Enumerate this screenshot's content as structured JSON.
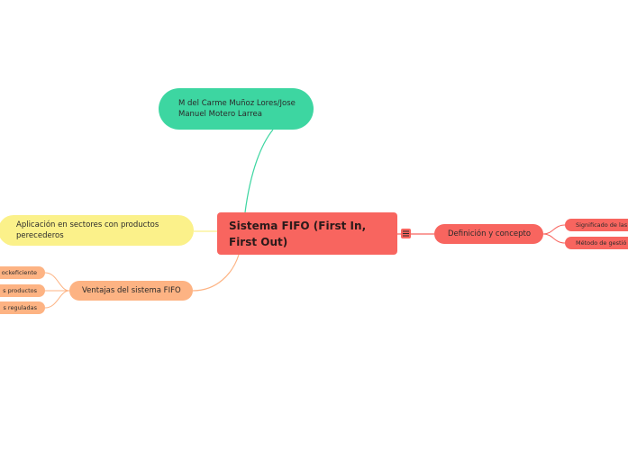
{
  "map": {
    "root": "Sistema FIFO (First In, First Out)",
    "author": "M del Carme Muñoz Lores/Jose Manuel  Motero Larrea",
    "aplicacion": "Aplicación en sectores con productos perecederos",
    "ventajas": {
      "label": "Ventajas del sistema FIFO",
      "items": [
        "ockeficiente",
        "s productos",
        "s reguladas"
      ]
    },
    "definicion": {
      "label": "Definición y concepto",
      "items": [
        "Significado de las",
        "Método de gestió"
      ]
    }
  },
  "colors": {
    "root": "#f8655f",
    "author": "#3dd6a1",
    "aplicacion": "#fbf18a",
    "ventajas": "#fdb383",
    "definicion": "#f8655f"
  }
}
